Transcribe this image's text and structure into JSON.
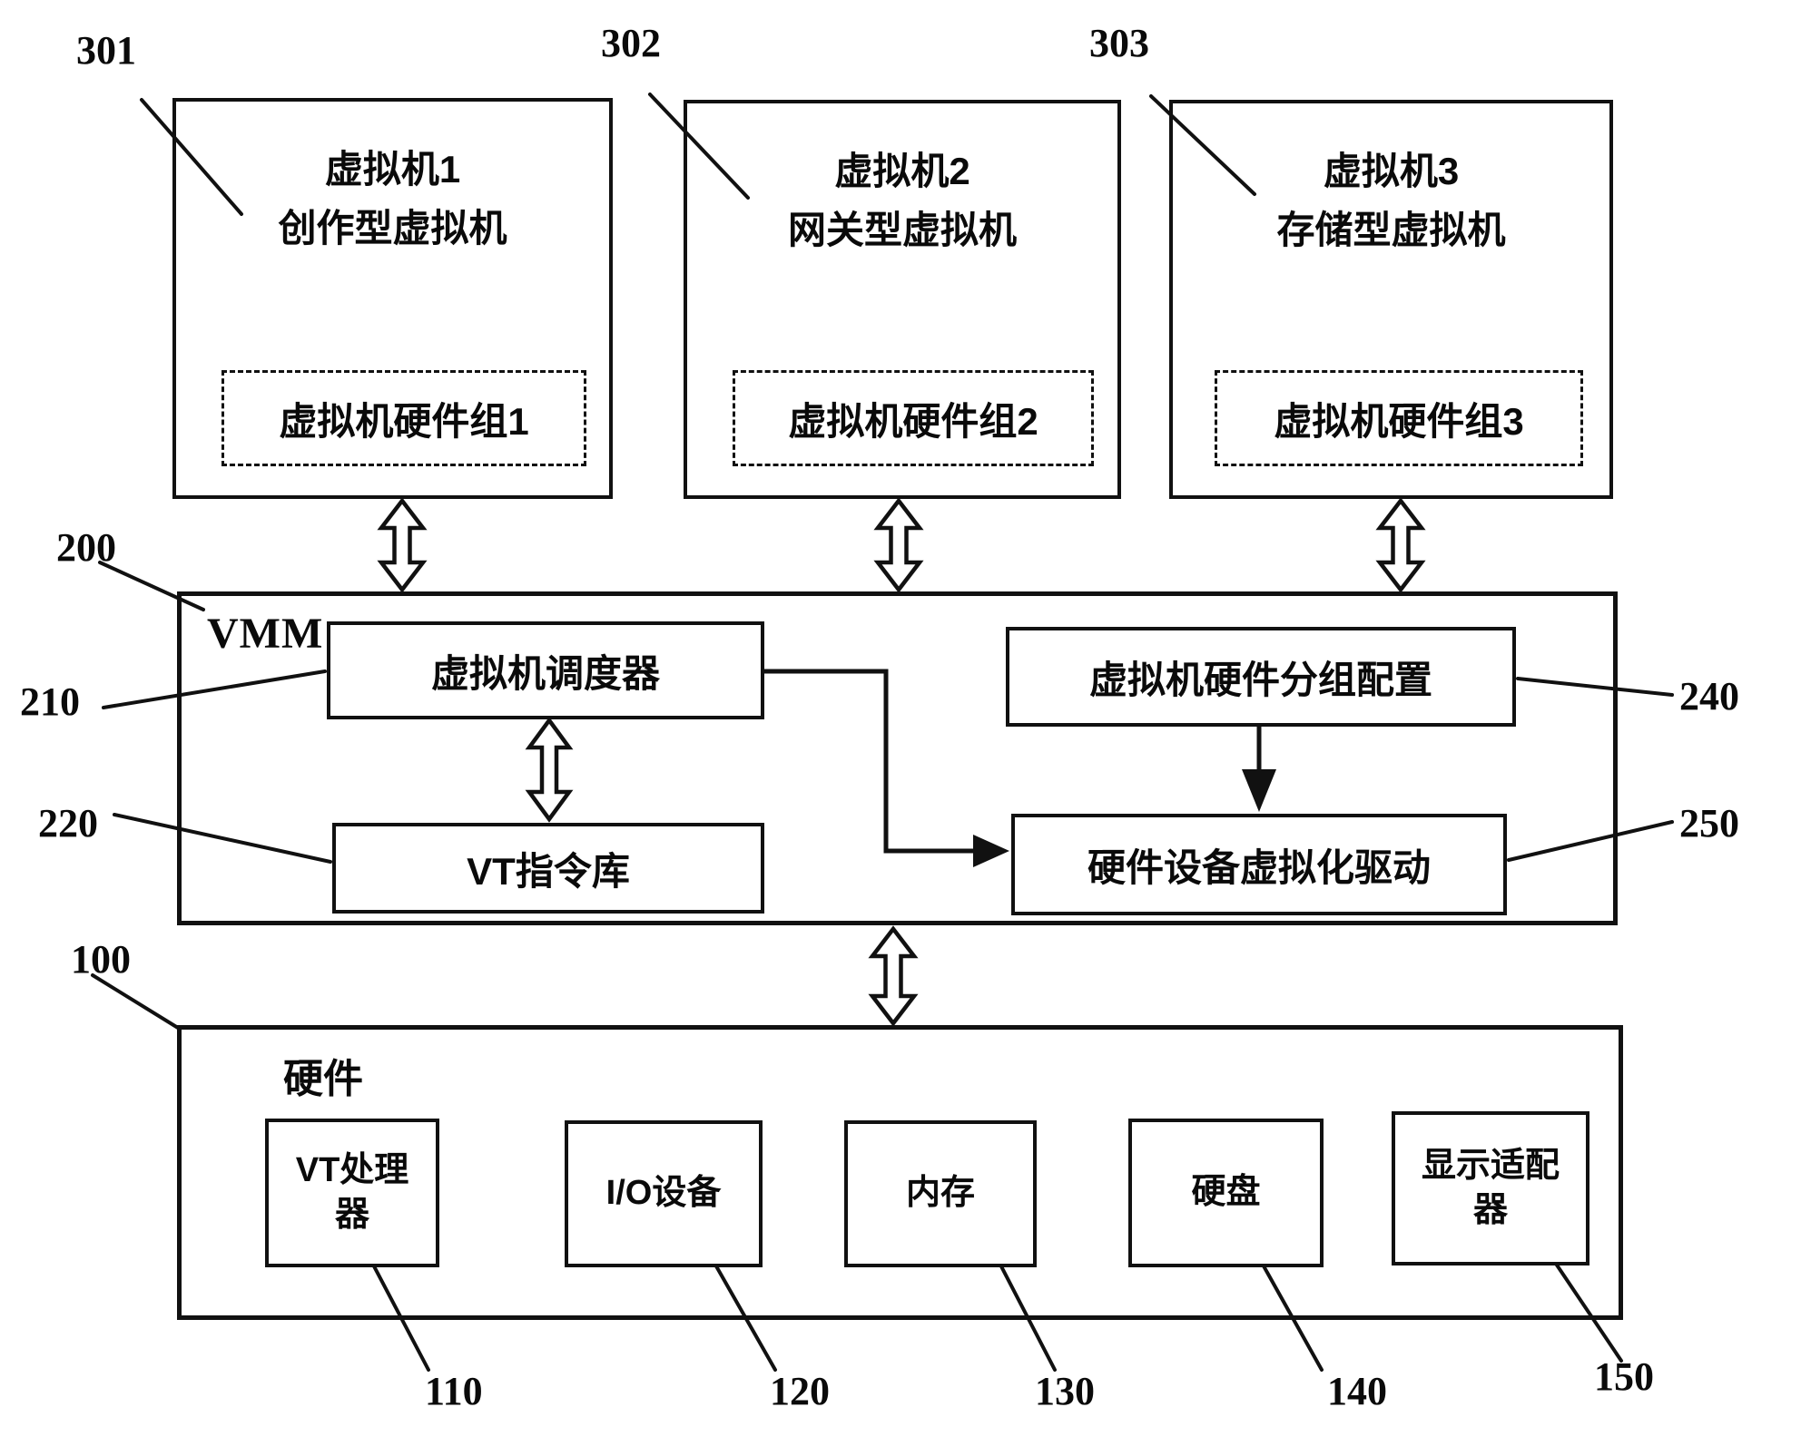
{
  "diagram": {
    "vm_boxes": [
      {
        "ref": "301",
        "title_line1": "虚拟机1",
        "title_line2": "创作型虚拟机",
        "hw_group": "虚拟机硬件组1"
      },
      {
        "ref": "302",
        "title_line1": "虚拟机2",
        "title_line2": "网关型虚拟机",
        "hw_group": "虚拟机硬件组2"
      },
      {
        "ref": "303",
        "title_line1": "虚拟机3",
        "title_line2": "存储型虚拟机",
        "hw_group": "虚拟机硬件组3"
      }
    ],
    "vmm": {
      "ref": "200",
      "label": "VMM",
      "scheduler": {
        "ref": "210",
        "label": "虚拟机调度器"
      },
      "vt_lib": {
        "ref": "220",
        "label": "VT指令库"
      },
      "hw_group_config": {
        "ref": "240",
        "label": "虚拟机硬件分组配置"
      },
      "hw_virt_driver": {
        "ref": "250",
        "label": "硬件设备虚拟化驱动"
      }
    },
    "hardware": {
      "ref": "100",
      "label": "硬件",
      "components": [
        {
          "ref": "110",
          "line1": "VT处理",
          "line2": "器"
        },
        {
          "ref": "120",
          "line1": "I/O设备"
        },
        {
          "ref": "130",
          "line1": "内存"
        },
        {
          "ref": "140",
          "line1": "硬盘"
        },
        {
          "ref": "150",
          "line1": "显示适配",
          "line2": "器"
        }
      ]
    }
  }
}
